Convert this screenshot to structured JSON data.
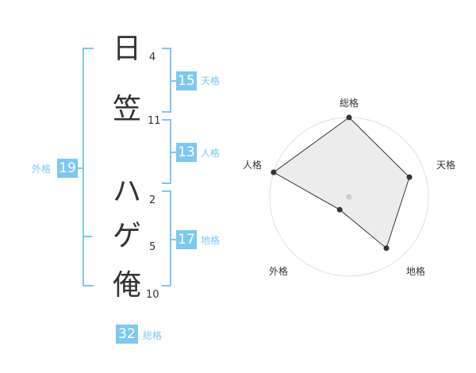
{
  "name": {
    "characters": [
      {
        "char": "日",
        "strokes": "4"
      },
      {
        "char": "笠",
        "strokes": "11"
      },
      {
        "char": "ハ",
        "strokes": "2"
      },
      {
        "char": "ゲ",
        "strokes": "5"
      },
      {
        "char": "俺",
        "strokes": "10"
      }
    ]
  },
  "fortunes": {
    "tenkaku": {
      "value": "15",
      "label": "天格"
    },
    "jinkaku": {
      "value": "13",
      "label": "人格"
    },
    "chikaku": {
      "value": "17",
      "label": "地格"
    },
    "gaikaku": {
      "value": "19",
      "label": "外格"
    },
    "soukaku": {
      "value": "32",
      "label": "総格"
    }
  },
  "radar": {
    "labels": {
      "top": "総格",
      "right": "天格",
      "bottom_right": "地格",
      "bottom_left": "外格",
      "left": "人格"
    },
    "values": {
      "soukaku": 1.0,
      "tenkaku": 0.8,
      "chikaku": 0.8,
      "gaikaku": 0.2,
      "jinkaku": 1.0
    },
    "colors": {
      "bracket": "#7cc8f0",
      "fill": "#f0f0f0",
      "ring": "#e0e0e0",
      "line": "#333333"
    }
  }
}
